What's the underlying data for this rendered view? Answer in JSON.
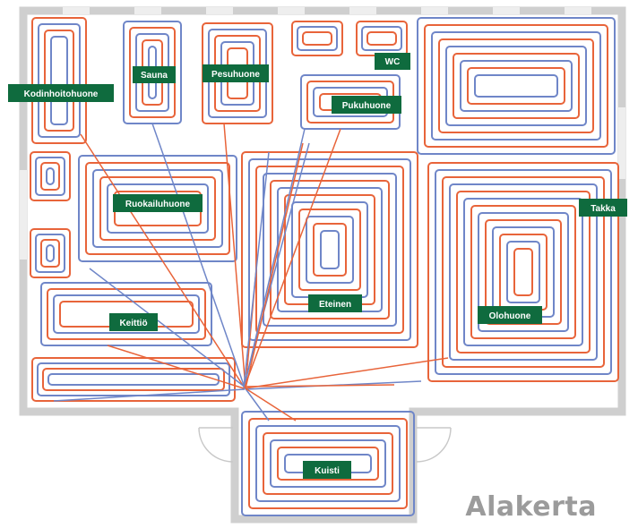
{
  "title": "Alakerta",
  "colors": {
    "wall": "#cfcfcf",
    "warm_pipe": "#e8643a",
    "cool_pipe": "#6f86c8",
    "label_bg": "#0f6b3e",
    "label_text": "#ffffff",
    "title": "#9b9b9b"
  },
  "rooms": [
    {
      "id": "kodinhoitohuone",
      "label": "Kodinhoitohuone"
    },
    {
      "id": "sauna",
      "label": "Sauna"
    },
    {
      "id": "pesuhuone",
      "label": "Pesuhuone"
    },
    {
      "id": "wc",
      "label": "WC"
    },
    {
      "id": "pukuhuone",
      "label": "Pukuhuone"
    },
    {
      "id": "ruokailuhuone",
      "label": "Ruokailuhuone"
    },
    {
      "id": "takka",
      "label": "Takka"
    },
    {
      "id": "keittio",
      "label": "Keittiö"
    },
    {
      "id": "eteinen",
      "label": "Eteinen"
    },
    {
      "id": "olohuone",
      "label": "Olohuone"
    },
    {
      "id": "kuisti",
      "label": "Kuisti"
    }
  ]
}
